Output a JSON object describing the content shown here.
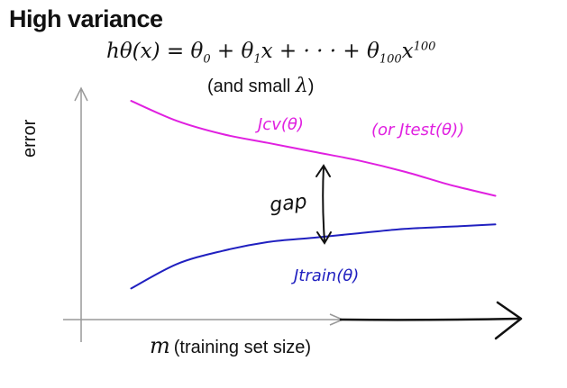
{
  "slide": {
    "title": "High variance",
    "formula": {
      "lhs": "hθ(x) = θ",
      "t0_sub": "0",
      "plus1": " + θ",
      "t1_sub": "1",
      "mid": "x + · · · + θ",
      "t100_sub": "100",
      "x": "x",
      "exp": "100"
    },
    "note_prefix": "(and small ",
    "note_lambda": "λ",
    "note_suffix": ")"
  },
  "chart_data": {
    "type": "line",
    "title": "High variance",
    "xlabel_symbol": "m",
    "xlabel": "(training set size)",
    "ylabel": "error",
    "series": [
      {
        "name": "Jcv(θ)",
        "annotation_extra": "(or Jtest(θ))",
        "color": "#e020e0",
        "trend": "decreasing",
        "points": [
          [
            1,
            0.93
          ],
          [
            2,
            0.84
          ],
          [
            3,
            0.78
          ],
          [
            4,
            0.74
          ],
          [
            5,
            0.7
          ],
          [
            6,
            0.66
          ],
          [
            7,
            0.61
          ],
          [
            8,
            0.55
          ],
          [
            9,
            0.5
          ]
        ]
      },
      {
        "name": "Jtrain(θ)",
        "color": "#2020c0",
        "trend": "increasing",
        "points": [
          [
            1,
            0.08
          ],
          [
            2,
            0.19
          ],
          [
            3,
            0.25
          ],
          [
            4,
            0.29
          ],
          [
            5,
            0.31
          ],
          [
            6,
            0.33
          ],
          [
            7,
            0.35
          ],
          [
            8,
            0.36
          ],
          [
            9,
            0.37
          ]
        ]
      }
    ],
    "annotations": [
      {
        "text": "gap",
        "kind": "double-arrow",
        "between": [
          "Jcv(θ)",
          "Jtrain(θ)"
        ]
      }
    ],
    "xlim": [
      0,
      10
    ],
    "ylim": [
      0,
      1
    ],
    "grid": false
  }
}
